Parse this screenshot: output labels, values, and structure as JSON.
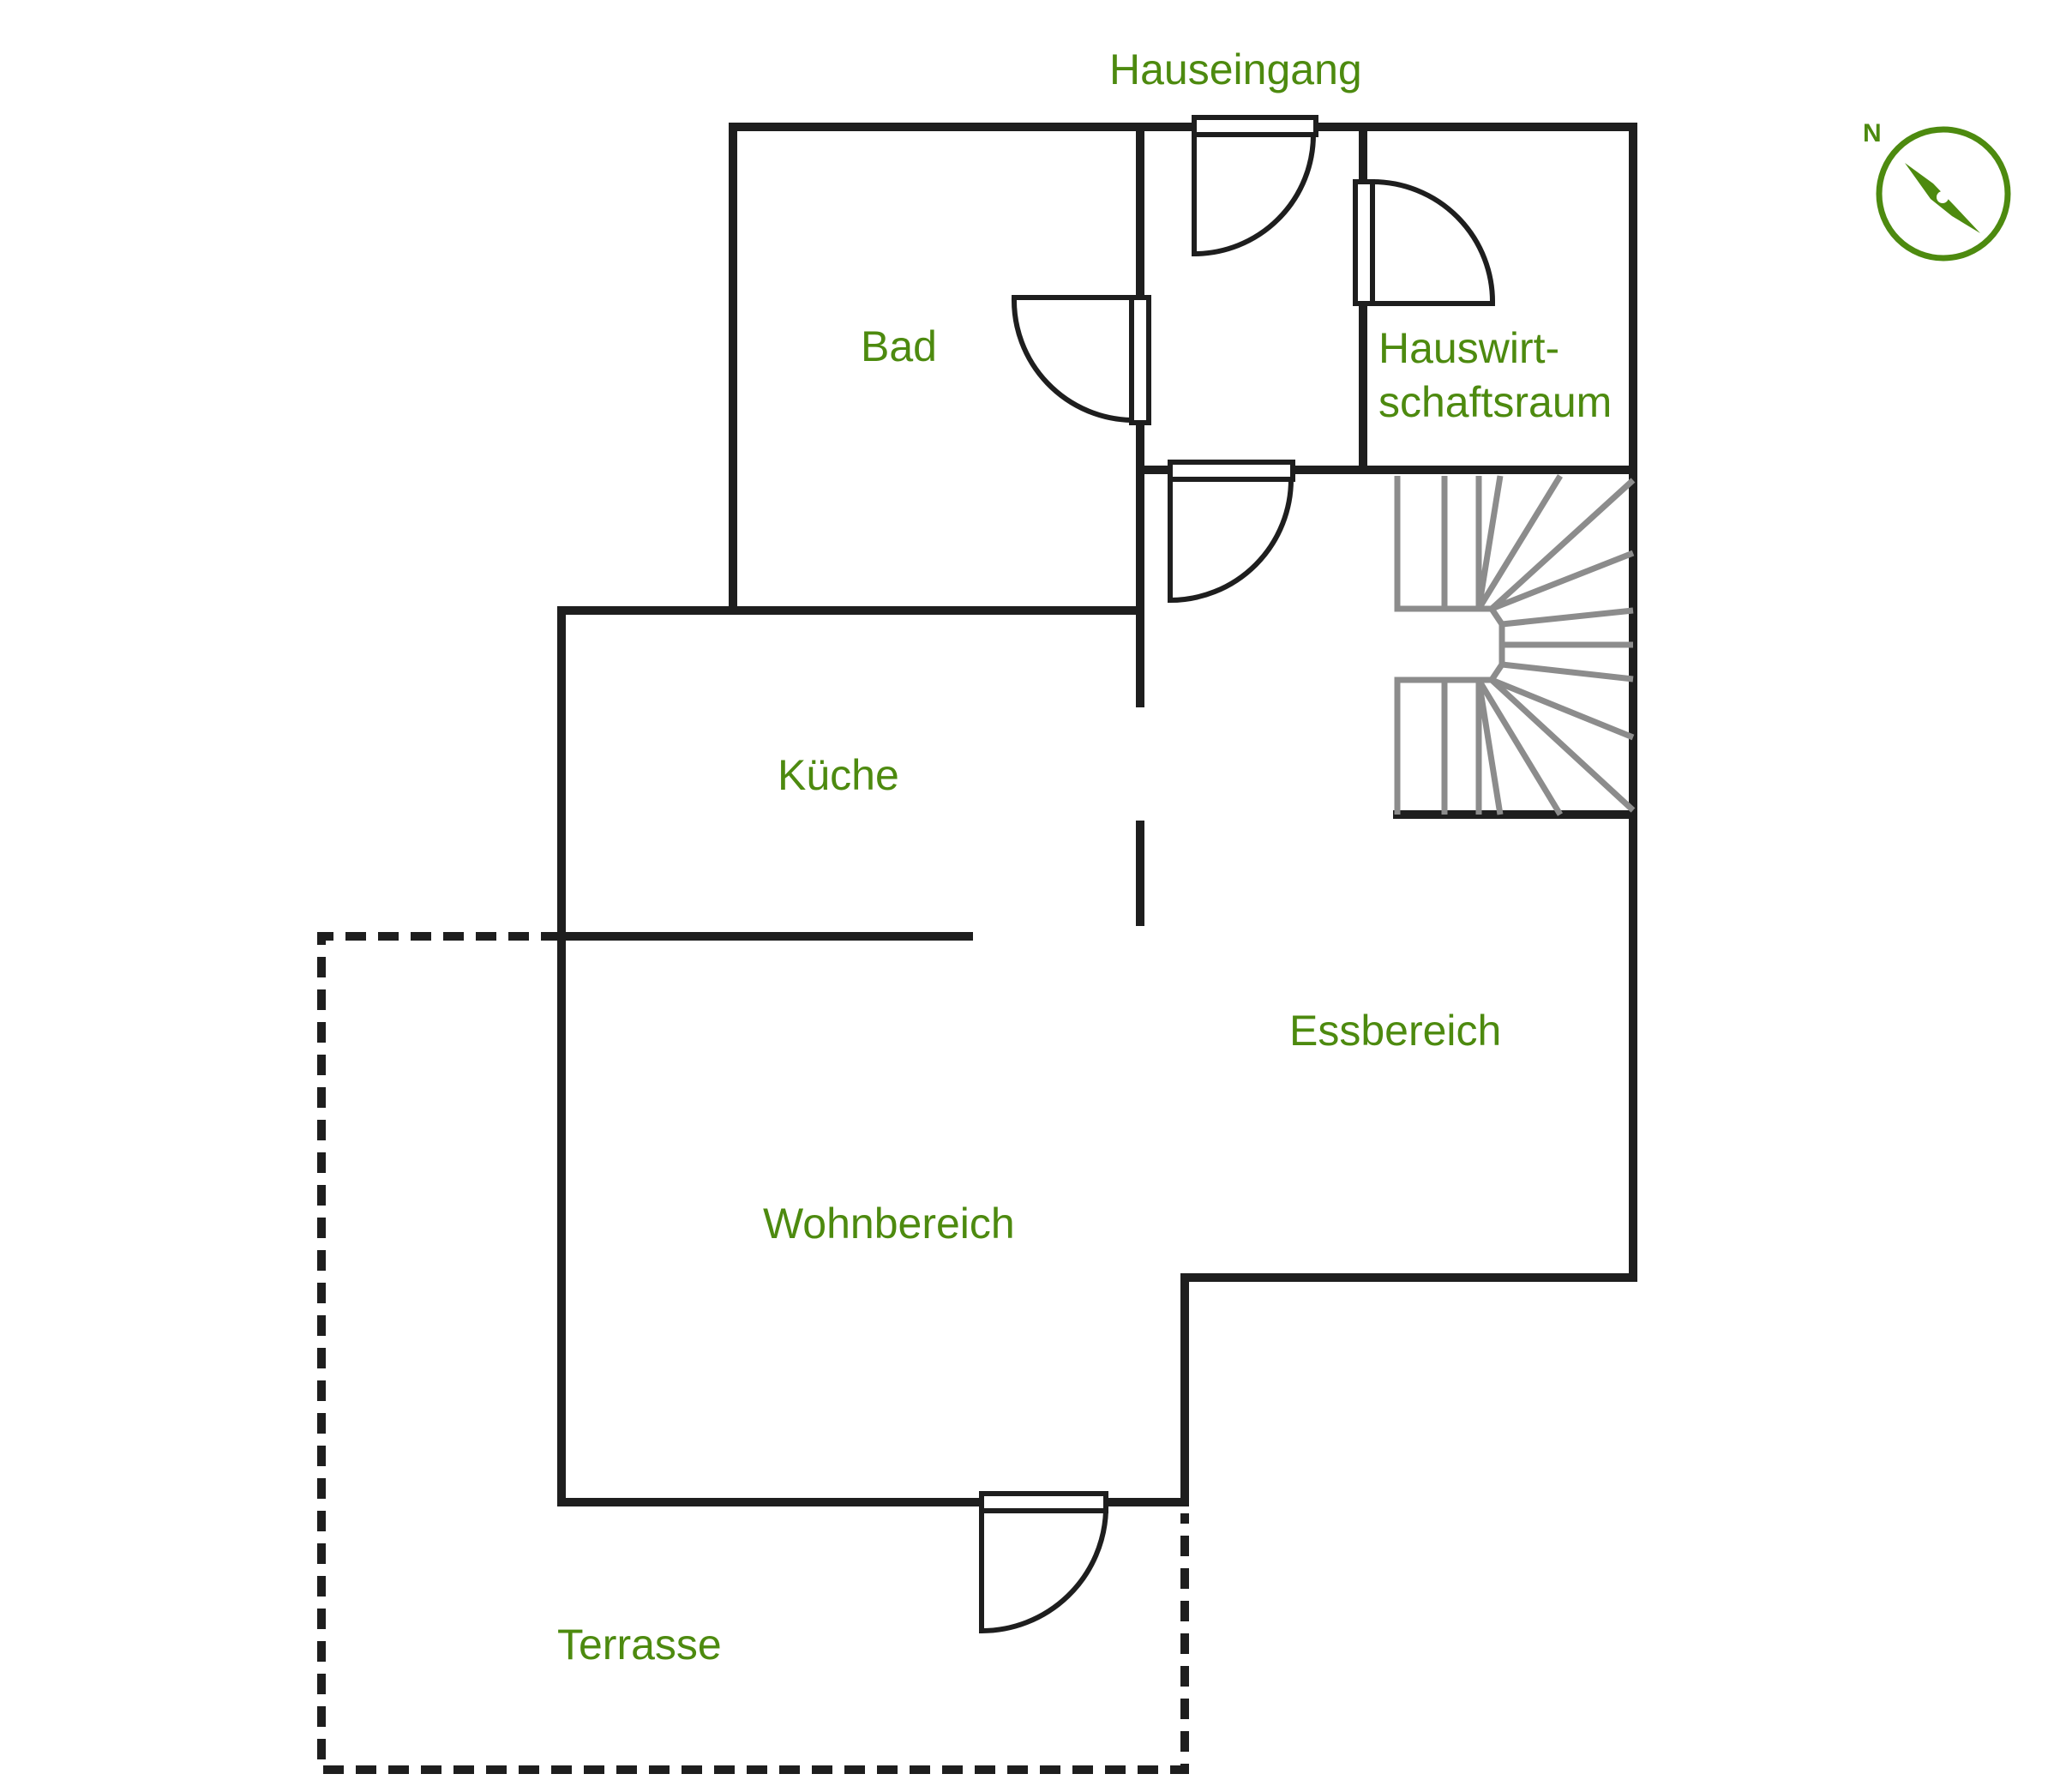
{
  "rooms": {
    "entrance": "Hauseingang",
    "bath": "Bad",
    "utility_line1": "Hauswirt-",
    "utility_line2": "schaftsraum",
    "kitchen": "Küche",
    "dining": "Essbereich",
    "living": "Wohnbereich",
    "terrace": "Terrasse"
  },
  "compass": {
    "north_label": "N",
    "icon": "compass-icon"
  },
  "colors": {
    "label": "#4d8a0f",
    "wall": "#1e1e1e",
    "stairs": "#8c8c8c"
  }
}
